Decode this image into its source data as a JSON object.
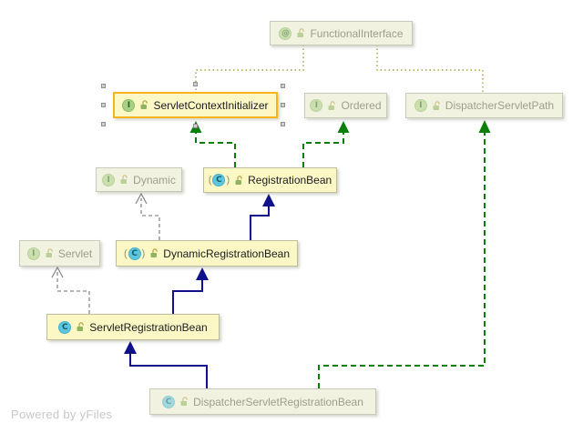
{
  "diagram": {
    "watermark": "Powered by yFiles",
    "icon_glyphs": {
      "interface": "I",
      "class": "C",
      "annotation": "@"
    },
    "colors": {
      "selection_accent": "#f9b31e",
      "extends_edge": "#11118c",
      "implements_edge": "#0a7f0a",
      "dependency_edge": "#8a8a8a",
      "annotation_edge": "#a2a23e",
      "focused_node_bg": "#fbf8c6",
      "unfocused_node_bg": "#f1f2e0"
    },
    "nodes": [
      {
        "label": "FunctionalInterface",
        "kind": "annotation",
        "state": "unfocused"
      },
      {
        "label": "ServletContextInitializer",
        "kind": "interface",
        "state": "selected"
      },
      {
        "label": "Ordered",
        "kind": "interface",
        "state": "unfocused"
      },
      {
        "label": "DispatcherServletPath",
        "kind": "interface",
        "state": "unfocused"
      },
      {
        "label": "Dynamic",
        "kind": "interface",
        "state": "unfocused"
      },
      {
        "label": "RegistrationBean",
        "kind": "abstract-class",
        "state": "focused"
      },
      {
        "label": "Servlet",
        "kind": "interface",
        "state": "unfocused"
      },
      {
        "label": "DynamicRegistrationBean",
        "kind": "abstract-class",
        "state": "focused"
      },
      {
        "label": "ServletRegistrationBean",
        "kind": "class",
        "state": "focused"
      },
      {
        "label": "DispatcherServletRegistrationBean",
        "kind": "class",
        "state": "unfocused"
      }
    ],
    "edges": [
      {
        "from": "FunctionalInterface",
        "to": "ServletContextInitializer",
        "relation": "annotation",
        "style": "dotted-olive"
      },
      {
        "from": "FunctionalInterface",
        "to": "DispatcherServletPath",
        "relation": "annotation",
        "style": "dotted-olive"
      },
      {
        "from": "RegistrationBean",
        "to": "ServletContextInitializer",
        "relation": "implements",
        "style": "dashed-green"
      },
      {
        "from": "RegistrationBean",
        "to": "Ordered",
        "relation": "implements",
        "style": "dashed-green"
      },
      {
        "from": "DynamicRegistrationBean",
        "to": "Dynamic",
        "relation": "dependency",
        "style": "dashed-gray"
      },
      {
        "from": "DynamicRegistrationBean",
        "to": "RegistrationBean",
        "relation": "extends",
        "style": "solid-navy"
      },
      {
        "from": "ServletRegistrationBean",
        "to": "Servlet",
        "relation": "dependency",
        "style": "dashed-gray"
      },
      {
        "from": "ServletRegistrationBean",
        "to": "DynamicRegistrationBean",
        "relation": "extends",
        "style": "solid-navy"
      },
      {
        "from": "DispatcherServletRegistrationBean",
        "to": "ServletRegistrationBean",
        "relation": "extends",
        "style": "solid-navy"
      },
      {
        "from": "DispatcherServletRegistrationBean",
        "to": "DispatcherServletPath",
        "relation": "implements",
        "style": "dashed-green"
      }
    ]
  }
}
